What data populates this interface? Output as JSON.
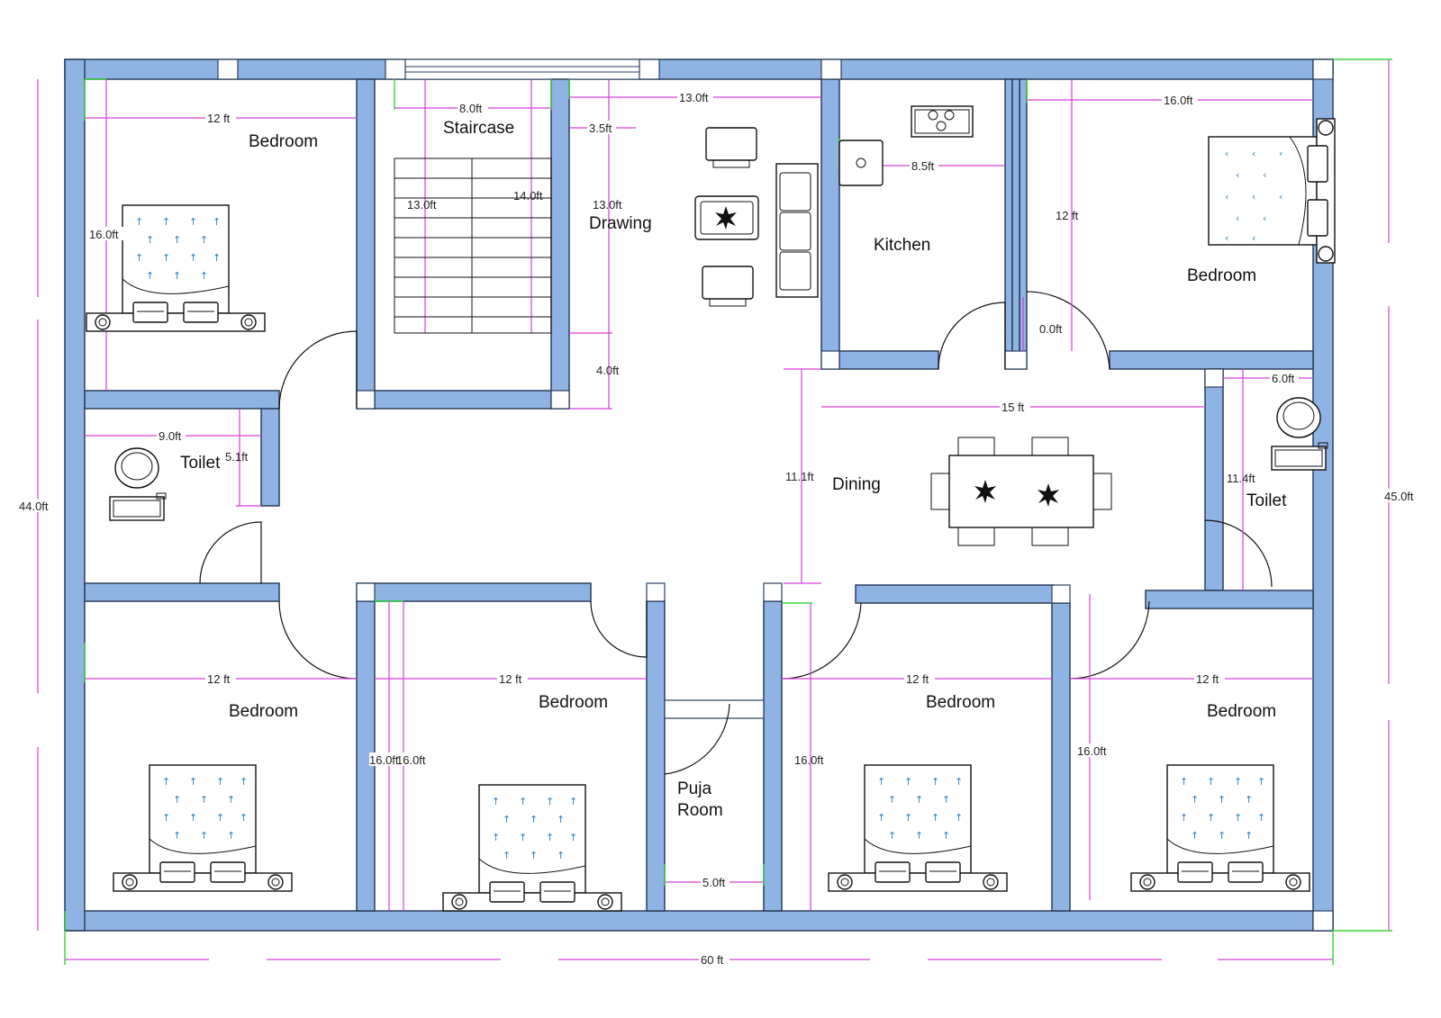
{
  "rooms": {
    "bedroom_1": "Bedroom",
    "staircase": "Staircase",
    "drawing": "Drawing",
    "kitchen": "Kitchen",
    "bedroom_2": "Bedroom",
    "toilet_1": "Toilet",
    "dining": "Dining",
    "toilet_2": "Toilet",
    "bedroom_3": "Bedroom",
    "bedroom_4": "Bedroom",
    "puja_1": "Puja",
    "puja_2": "Room",
    "bedroom_5": "Bedroom",
    "bedroom_6": "Bedroom"
  },
  "dimensions": {
    "bed1_w": "12 ft",
    "bed1_h": "16.0ft",
    "stair_w": "8.0ft",
    "stair_h1": "13.0ft",
    "stair_h2": "14.0ft",
    "drawing_w": "13.0ft",
    "drawing_h": "13.0ft",
    "passage_w": "3.5ft",
    "passage_h": "4.0ft",
    "kitchen_w": "8.5ft",
    "bed2_w": "16.0ft",
    "bed2_h": "12 ft",
    "duct_w": "0.0ft",
    "toilet1_w": "9.0ft",
    "toilet1_h": "5.1ft",
    "dining_w": "15 ft",
    "dining_h": "11.1ft",
    "toilet2_w": "6.0ft",
    "toilet2_h": "11.4ft",
    "overall_h_left": "44.0ft",
    "overall_h_right": "45.0ft",
    "overall_w": "60 ft",
    "bed3_w": "12 ft",
    "bed4_w": "12 ft",
    "bed4_h_a": "16.0ft",
    "bed4_h_b": "16.0ft",
    "puja_w": "5.0ft",
    "bed5_w": "12 ft",
    "bed5_h": "16.0ft",
    "bed6_w": "12 ft",
    "bed6_h": "16.0ft"
  },
  "colors": {
    "wall": "#8fb4e3",
    "dimension_line": "#d640d6",
    "extension_line": "#3bd33b",
    "bed_pattern": "#2f7fc1"
  }
}
